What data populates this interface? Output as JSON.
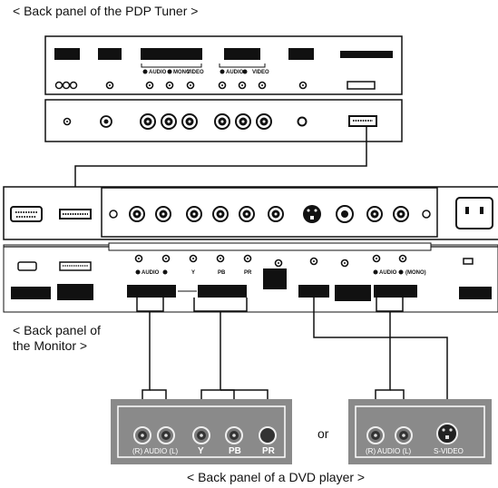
{
  "captions": {
    "tuner": "< Back panel of the PDP Tuner >",
    "monitor_line1": "< Back panel of",
    "monitor_line2": "the Monitor >",
    "dvd": "< Back panel of a DVD player >",
    "or": "or"
  },
  "tuner_labels": {
    "audio1": "AUDIO",
    "mono1": "MONO",
    "video1": "VIDEO",
    "audio2": "AUDIO",
    "video2": "VIDEO"
  },
  "monitor_labels": {
    "audio": "AUDIO",
    "y": "Y",
    "pb": "PB",
    "pr": "PR",
    "audio2": "AUDIO",
    "mono": "(MONO)"
  },
  "dvd_labels": {
    "audio_left": "(R) AUDIO (L)",
    "y": "Y",
    "pb": "PB",
    "pr": "PR",
    "audio_right": "(R) AUDIO (L)",
    "svideo": "S-VIDEO"
  },
  "colors": {
    "panel": "#ffffff",
    "dvd_panel": "#8a8a8a",
    "ink": "#111111"
  }
}
